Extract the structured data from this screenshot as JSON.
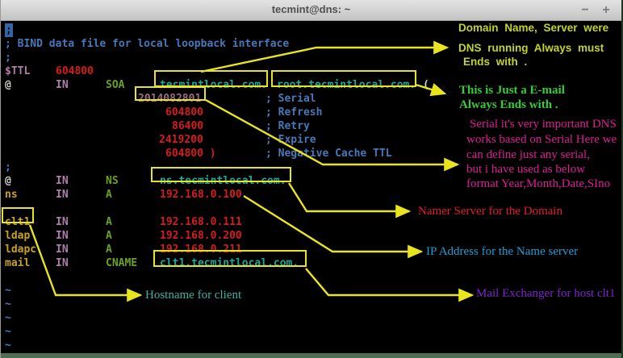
{
  "window": {
    "title": "tecmint@dns: ~",
    "minimize_glyph": "−",
    "maximize_glyph": "+"
  },
  "zone_file": {
    "comment_cursor": ";",
    "comment_header": "; BIND data file for local loopback interface",
    "comment_blank": ";",
    "ttl": {
      "directive": "$TTL",
      "value": "604800"
    },
    "soa": {
      "name": "@",
      "class": "IN",
      "type": "SOA",
      "primary_ns": "tecmintlocal.com.",
      "admin_email": "root.tecmintlocal.com.",
      "open_paren": "(",
      "serial": {
        "value": "2014082801",
        "comment": "; Serial"
      },
      "refresh": {
        "value": "604800",
        "comment": "; Refresh"
      },
      "retry": {
        "value": "86400",
        "comment": "; Retry"
      },
      "expire": {
        "value": "2419200",
        "comment": "; Expire"
      },
      "negative_cache_ttl": {
        "value": "604800 )",
        "comment": "; Negative Cache TTL"
      }
    },
    "records": [
      {
        "name": "@",
        "class": "IN",
        "type": "NS",
        "value": "ns.tecmintlocal.com."
      },
      {
        "name": "ns",
        "class": "IN",
        "type": "A",
        "value": "192.168.0.100"
      },
      {
        "name": "clt1",
        "class": "IN",
        "type": "A",
        "value": "192.168.0.111"
      },
      {
        "name": "ldap",
        "class": "IN",
        "type": "A",
        "value": "192.168.0.200"
      },
      {
        "name": "ldapc",
        "class": "IN",
        "type": "A",
        "value": "192.168.0.211"
      },
      {
        "name": "mail",
        "class": "IN",
        "type": "CNAME",
        "value": "clt1.tecmintlocal.com."
      }
    ],
    "tilde": "~"
  },
  "annotations": {
    "domain_note": {
      "lines": [
        "Domain Name, Server were",
        "DNS running Always must",
        "Ends with ."
      ],
      "color": "#c3d329"
    },
    "email_note": {
      "lines": [
        "This is Just a E-mail",
        "Always Ends with ."
      ],
      "color": "#36cc36"
    },
    "serial_note": {
      "lines": [
        "Serial it's very important DNS",
        "works based on Serial Here we",
        "can define just any serial,",
        "but i have used as below",
        "format Year,Month,Date,SIno"
      ],
      "color": "#dd1e96"
    },
    "nameserver_note": {
      "text": "Namer Server for the Domain",
      "color": "#e21c30"
    },
    "ip_note": {
      "text": "IP Address for the Name server",
      "color": "#1f9fd5"
    },
    "hostname_note": {
      "text": "Hostname for client",
      "color": "#3eb3a5"
    },
    "mail_note": {
      "text": "Mail Exchanger for host clt1",
      "color": "#7b24cc"
    }
  },
  "colors": {
    "highlight_yellow": "#e8e41f",
    "comment_blue": "#4778b8",
    "value_red": "#d41c1c",
    "class_plum": "#ad7fa8",
    "type_green": "#69a224",
    "domain_teal": "#1fa5a0",
    "label_gold": "#c9a21d",
    "terminal_background": "#000000",
    "titlebar_gray": "#d3d3d3",
    "border_green": "#4e6e52"
  }
}
